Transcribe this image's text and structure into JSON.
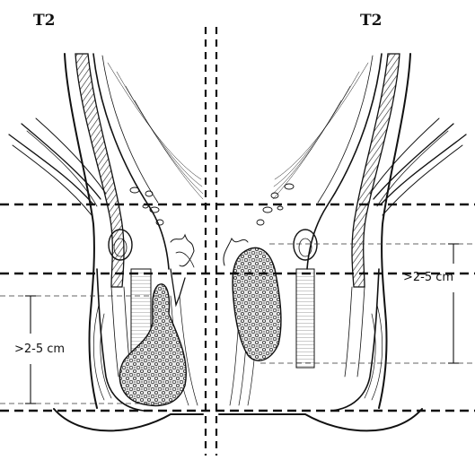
{
  "diagram": {
    "left_panel": {
      "stage": "T2",
      "measurement": ">2-5 cm"
    },
    "right_panel": {
      "stage": "T2",
      "measurement": ">2-5 cm"
    }
  }
}
